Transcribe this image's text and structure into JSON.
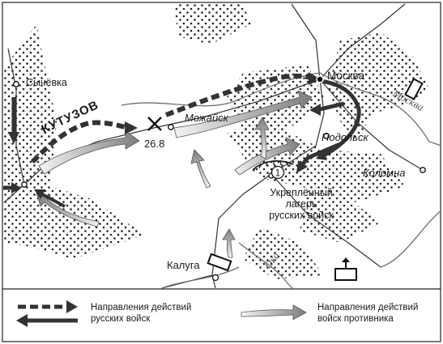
{
  "map": {
    "places": {
      "sychevka": "Сычёвка",
      "moscow": "Москва",
      "mozhaysk": "Можайск",
      "podolsk": "Подольск",
      "kolomna": "Коломна",
      "kaluga": "Калуга"
    },
    "camp": {
      "number": "1",
      "line1": "Укреплённый",
      "line2": "лагерь",
      "line3": "русских войск"
    },
    "battle_date": "26.8",
    "commander": "КУТУЗОВ",
    "rivers": {
      "moskva": "Москва",
      "oka": "Ока"
    }
  },
  "legend": {
    "russian_line1": "Направления действий",
    "russian_line2": "русских войск",
    "enemy_line1": "Направления действий",
    "enemy_line2": "войск противника"
  },
  "colors": {
    "russian_arrow": "#2f2f2f",
    "enemy_arrow_light": "#e6e6e6",
    "enemy_arrow_dark": "#8a8a8a",
    "river": "#6e6e6e",
    "road": "#333333"
  }
}
